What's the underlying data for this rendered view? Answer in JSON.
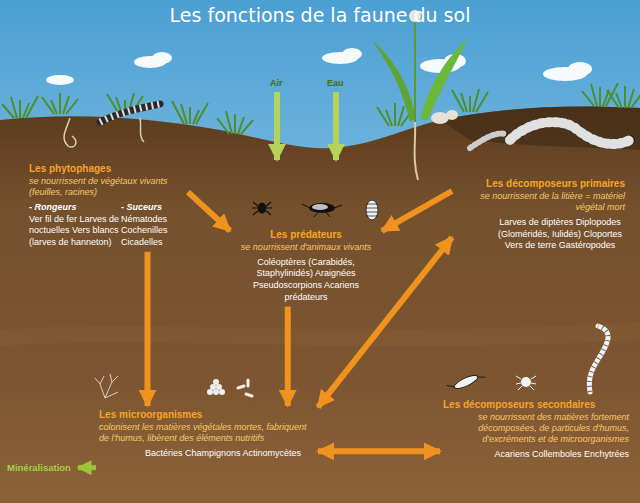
{
  "diagram": {
    "title": "Les fonctions de la faune du sol",
    "nodes": [
      {
        "text": [
          "Les phytophages",
          "se nourrissent de végétaux vivants (feuilles, racines)",
          "- Rongeurs",
          "Ver fil de fer Larves de noctuelles Vers blancs (larves de hanneton)",
          "- Suceurs",
          "Nématodes Cochenilles Cicadelles"
        ]
      },
      {
        "text": [
          "Les prédateurs",
          "se nourrissent d'animaux vivants",
          "Coléoptères (Carabidés, Staphylinidés) Araignées Pseudoscorpions Acariens prédateurs"
        ]
      },
      {
        "text": [
          "Les décomposeurs primaires",
          "se nourrissent de la litière = matériel végétal mort",
          "Larves de diptères Diplopodes (Gloméridés, Iulidés) Cloportes Vers de terre Gastéropodes"
        ]
      },
      {
        "text": [
          "Les microorganismes",
          "colonisent les matières végétales mortes, fabriquent de l'humus, libèrent des éléments nutritifs",
          "Bactéries Champignons Actinomycètes"
        ]
      },
      {
        "text": [
          "Les décomposeurs secondaires",
          "se nourrissent des matières fortement décomposées, de particules d'humus, d'excréments et de microorganismes",
          "Acariens Collemboles Enchytrées"
        ]
      },
      {
        "text": [
          "Minéralisation"
        ]
      }
    ],
    "edges": [
      {
        "from": 0,
        "to": 1,
        "arrow": "to"
      },
      {
        "from": 2,
        "to": 1,
        "arrow": "to"
      },
      {
        "from": 0,
        "to": 3,
        "arrow": "to"
      },
      {
        "from": 1,
        "to": 3,
        "arrow": "to"
      },
      {
        "from": 2,
        "to": 3,
        "arrow": "both"
      },
      {
        "from": 3,
        "to": 4,
        "arrow": "both"
      },
      {
        "from": 3,
        "to": 5,
        "arrow": "to"
      }
    ],
    "labels": [
      "Air",
      "Eau"
    ]
  }
}
